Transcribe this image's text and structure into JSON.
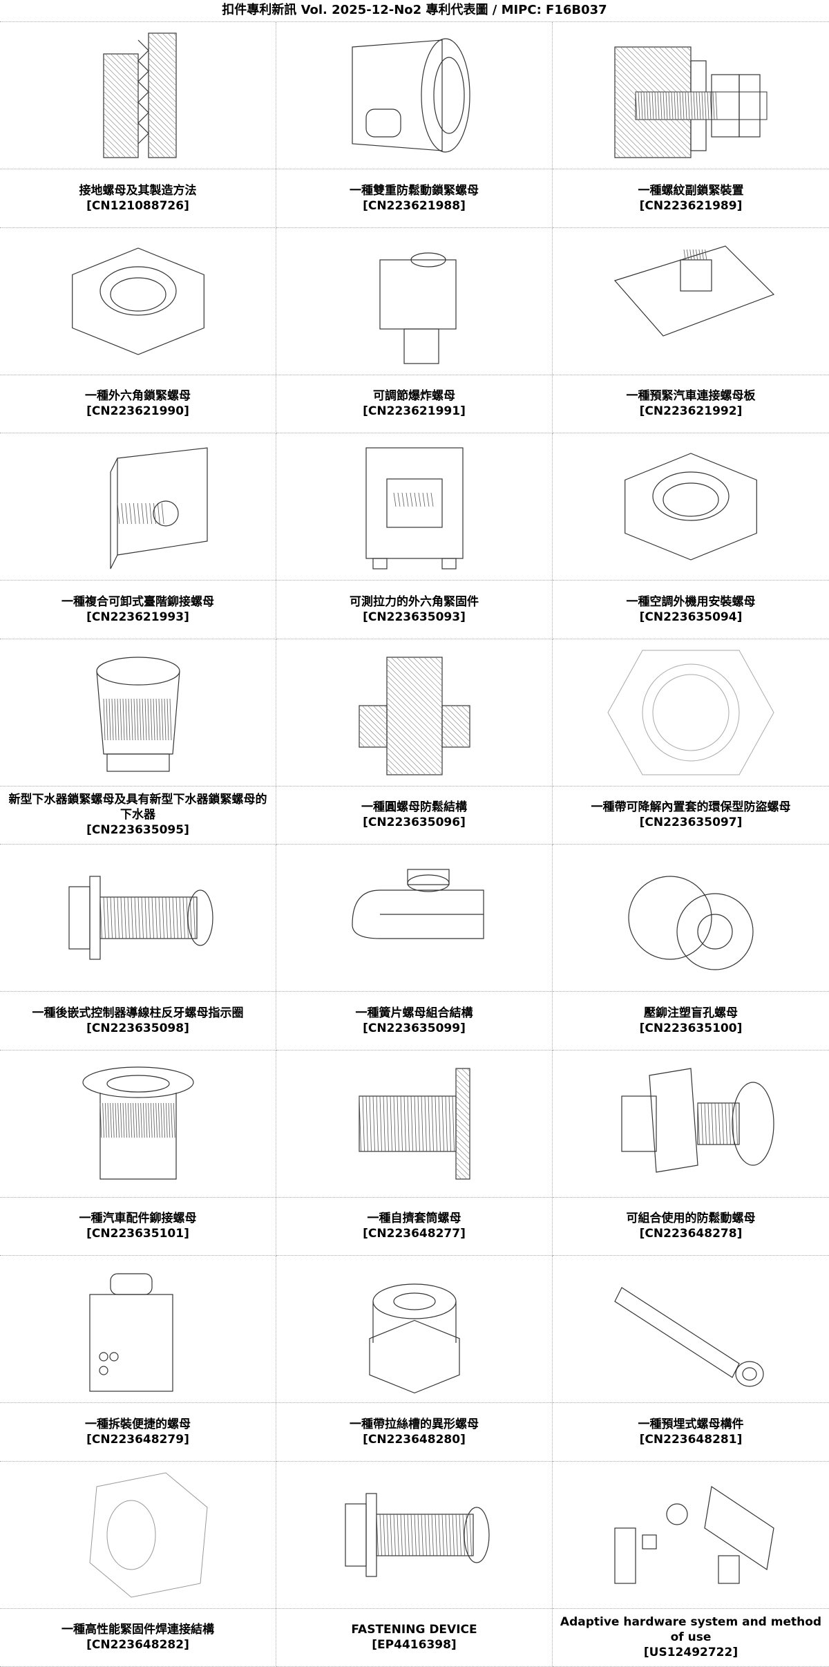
{
  "header": {
    "title": "扣件專利新訊  Vol. 2025-12-No2  專利代表圖  /  MIPC:  F16B037"
  },
  "patents": [
    {
      "title": "接地螺母及其製造方法",
      "number": "[CN121088726]",
      "drawing": "section-thread"
    },
    {
      "title": "一種雙重防鬆動鎖緊螺母",
      "number": "[CN223621988]",
      "drawing": "cylinder-nut"
    },
    {
      "title": "一種螺紋副鎖緊裝置",
      "number": "[CN223621989]",
      "drawing": "bolt-block"
    },
    {
      "title": "一種外六角鎖緊螺母",
      "number": "[CN223621990]",
      "drawing": "hex-nut"
    },
    {
      "title": "可調節爆炸螺母",
      "number": "[CN223621991]",
      "drawing": "block-nut"
    },
    {
      "title": "一種預緊汽車連接螺母板",
      "number": "[CN223621992]",
      "drawing": "plate"
    },
    {
      "title": "一種複合可卸式臺階鉚接螺母",
      "number": "[CN223621993]",
      "drawing": "bracket"
    },
    {
      "title": "可測拉力的外六角緊固件",
      "number": "[CN223635093]",
      "drawing": "frame"
    },
    {
      "title": "一種空調外機用安裝螺母",
      "number": "[CN223635094]",
      "drawing": "hex-nut-thin"
    },
    {
      "title": "新型下水器鎖緊螺母及具有新型下水器鎖緊螺母的下水器",
      "number": "[CN223635095]",
      "drawing": "drain"
    },
    {
      "title": "一種圓螺母防鬆結構",
      "number": "[CN223635096]",
      "drawing": "section-block"
    },
    {
      "title": "一種帶可降解內置套的環保型防盜螺母",
      "number": "[CN223635097]",
      "drawing": "hex-outline"
    },
    {
      "title": "一種後嵌式控制器導線柱反牙螺母指示圈",
      "number": "[CN223635098]",
      "drawing": "bolt-long"
    },
    {
      "title": "一種簧片螺母組合結構",
      "number": "[CN223635099]",
      "drawing": "spring-nut"
    },
    {
      "title": "壓鉚注塑盲孔螺母",
      "number": "[CN223635100]",
      "drawing": "gear-nut"
    },
    {
      "title": "一種汽車配件鉚接螺母",
      "number": "[CN223635101]",
      "drawing": "rivet-nut"
    },
    {
      "title": "一種自擠套筒螺母",
      "number": "[CN223648277]",
      "drawing": "sleeve"
    },
    {
      "title": "可組合使用的防鬆動螺母",
      "number": "[CN223648278]",
      "drawing": "bolt-head"
    },
    {
      "title": "一種拆裝便捷的螺母",
      "number": "[CN223648279]",
      "drawing": "cage-nut"
    },
    {
      "title": "一種帶拉絲槽的異形螺母",
      "number": "[CN223648280]",
      "drawing": "castle-nut"
    },
    {
      "title": "一種預埋式螺母構件",
      "number": "[CN223648281]",
      "drawing": "embed"
    },
    {
      "title": "一種高性能緊固件焊連接結構",
      "number": "[CN223648282]",
      "drawing": "weld-nut"
    },
    {
      "title": "FASTENING DEVICE",
      "number": "[EP4416398]",
      "drawing": "bolt-long"
    },
    {
      "title": "Adaptive hardware system and method of use",
      "number": "[US12492722]",
      "drawing": "exploded"
    }
  ]
}
